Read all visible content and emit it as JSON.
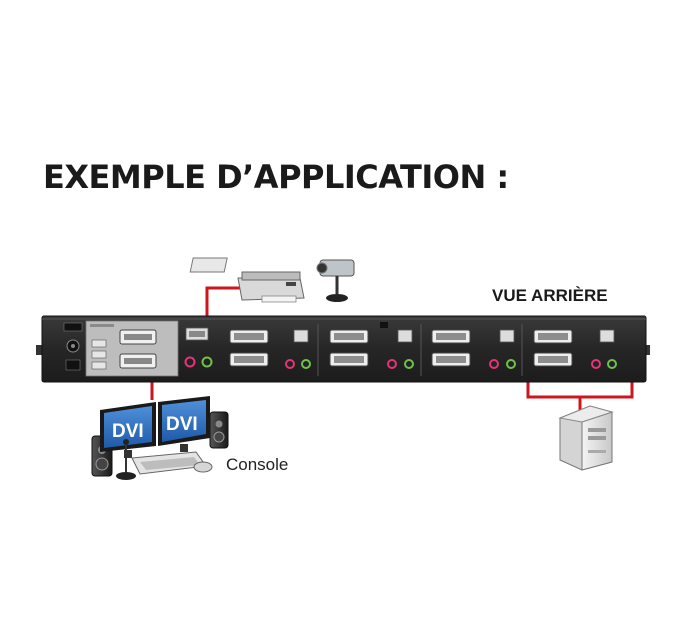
{
  "title": "EXEMPLE D’APPLICATION :",
  "rear_view_label": "VUE ARRIÈRE",
  "console_label": "Console",
  "monitors": [
    {
      "label": "DVI"
    },
    {
      "label": "DVI"
    }
  ],
  "colors": {
    "cable": "#d0141e",
    "panel": "#2a2a2a",
    "monitor_blue": "#2e6fc0",
    "text": "#1a1a1a"
  },
  "icons": [
    "printer-icon",
    "webcam-icon",
    "computer-tower-icon",
    "speaker-icon",
    "microphone-icon",
    "keyboard-icon",
    "mouse-icon"
  ]
}
